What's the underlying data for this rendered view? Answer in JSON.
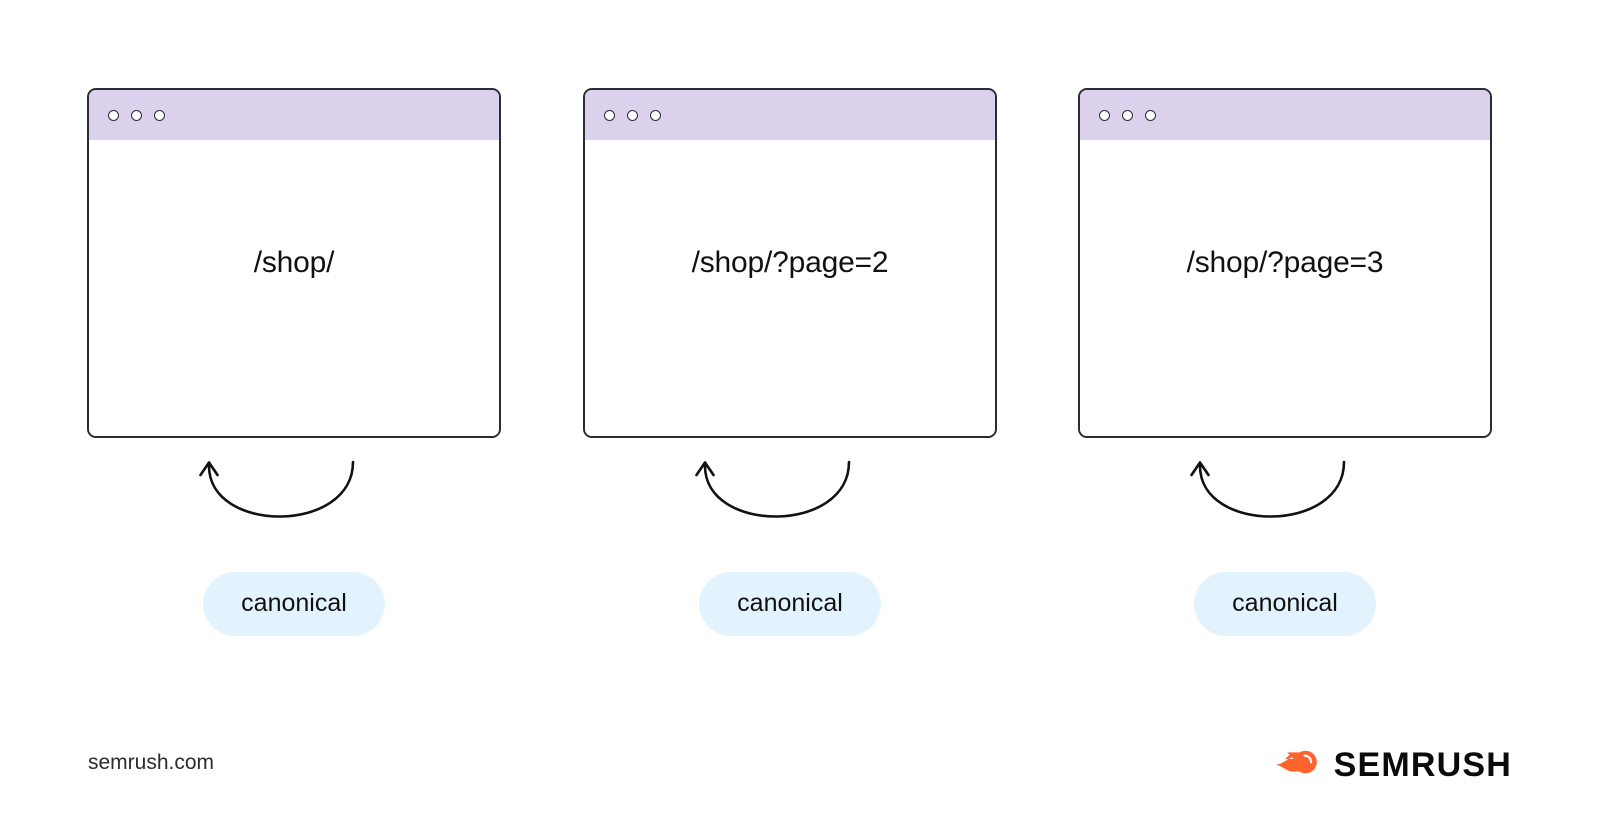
{
  "page": {
    "background_color": "#ffffff",
    "footer_url": "semrush.com"
  },
  "colors": {
    "titlebar_purple": "#dcd1ec",
    "window_border": "#2b2b33",
    "pill_blue": "#e2f3fd",
    "brand_orange": "#ff642d",
    "text_dark": "#111111"
  },
  "diagram": {
    "type": "canonical-tag-self-reference",
    "groups": [
      {
        "id": "group-1",
        "window": {
          "url_label": "/shop/",
          "dots": [
            "dot-1",
            "dot-2",
            "dot-3"
          ]
        },
        "arrow": {
          "icon_name": "curved-self-reference-arrow",
          "direction": "up-left"
        },
        "badge": {
          "label": "canonical"
        }
      },
      {
        "id": "group-2",
        "window": {
          "url_label": "/shop/?page=2",
          "dots": [
            "dot-1",
            "dot-2",
            "dot-3"
          ]
        },
        "arrow": {
          "icon_name": "curved-self-reference-arrow",
          "direction": "up-left"
        },
        "badge": {
          "label": "canonical"
        }
      },
      {
        "id": "group-3",
        "window": {
          "url_label": "/shop/?page=3",
          "dots": [
            "dot-1",
            "dot-2",
            "dot-3"
          ]
        },
        "arrow": {
          "icon_name": "curved-self-reference-arrow",
          "direction": "up-left"
        },
        "badge": {
          "label": "canonical"
        }
      }
    ]
  },
  "brand": {
    "logo_icon_name": "semrush-comet-icon",
    "wordmark": "SEMRUSH"
  }
}
